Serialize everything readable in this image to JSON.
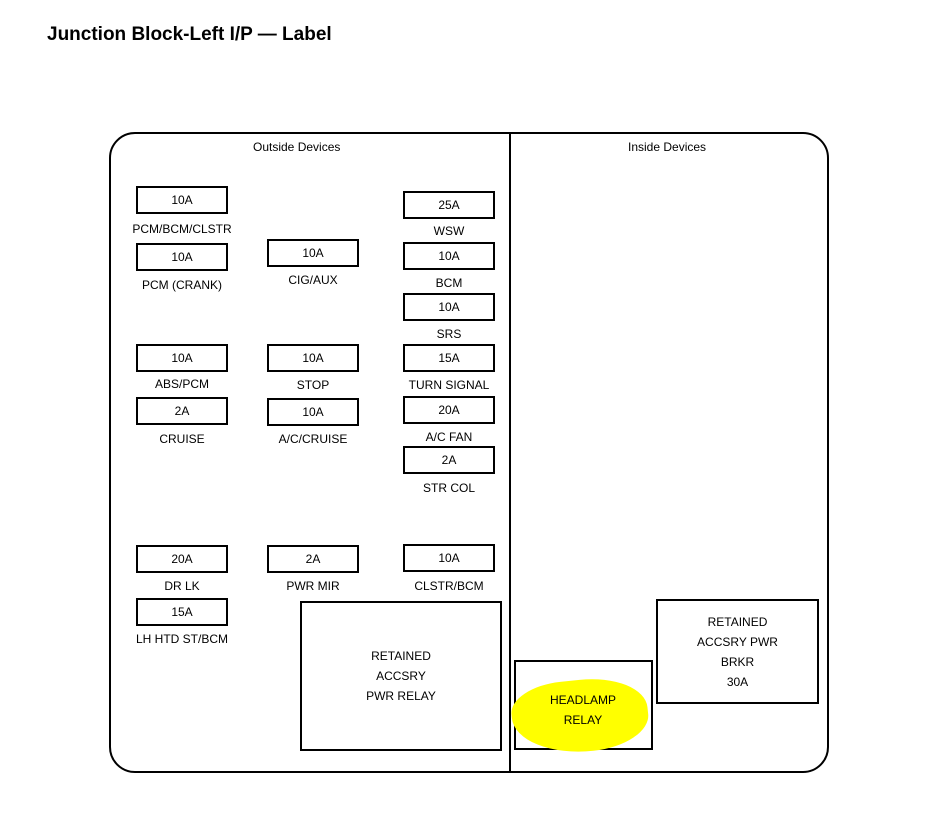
{
  "title": "Junction Block-Left I/P — Label",
  "sections": {
    "outside": "Outside Devices",
    "inside": "Inside Devices"
  },
  "fuses": [
    {
      "rating": "10A",
      "label": "PCM/BCM/CLSTR"
    },
    {
      "rating": "10A",
      "label": "PCM (CRANK)"
    },
    {
      "rating": "10A",
      "label": "ABS/PCM"
    },
    {
      "rating": "2A",
      "label": "CRUISE"
    },
    {
      "rating": "20A",
      "label": "DR LK"
    },
    {
      "rating": "15A",
      "label": "LH HTD ST/BCM"
    },
    {
      "rating": "10A",
      "label": "CIG/AUX"
    },
    {
      "rating": "10A",
      "label": "STOP"
    },
    {
      "rating": "10A",
      "label": "A/C/CRUISE"
    },
    {
      "rating": "2A",
      "label": "PWR MIR"
    },
    {
      "rating": "25A",
      "label": "WSW"
    },
    {
      "rating": "10A",
      "label": "BCM"
    },
    {
      "rating": "10A",
      "label": "SRS"
    },
    {
      "rating": "15A",
      "label": "TURN SIGNAL"
    },
    {
      "rating": "20A",
      "label": "A/C FAN"
    },
    {
      "rating": "2A",
      "label": "STR COL"
    },
    {
      "rating": "10A",
      "label": "CLSTR/BCM"
    }
  ],
  "retained_relay": {
    "line1": "RETAINED",
    "line2": "ACCSRY",
    "line3": "PWR RELAY"
  },
  "headlamp_relay": {
    "line1": "HEADLAMP",
    "line2": "RELAY"
  },
  "breaker": {
    "line1": "RETAINED",
    "line2": "ACCSRY PWR",
    "line3": "BRKR",
    "line4": "30A"
  },
  "colors": {
    "highlight": "#ffff00"
  }
}
